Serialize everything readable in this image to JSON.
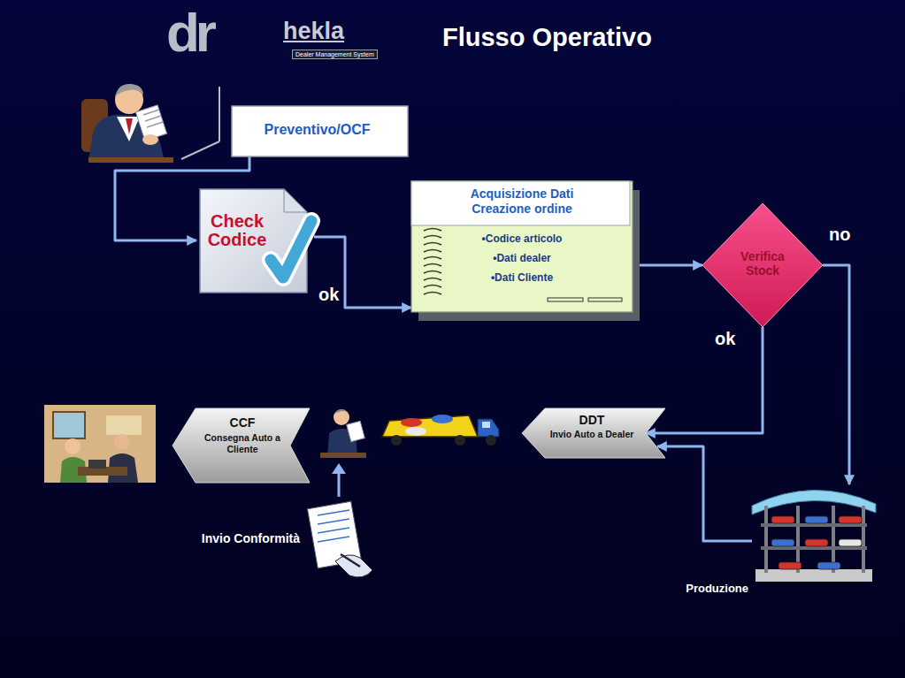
{
  "diagram": {
    "title": "Flusso Operativo",
    "nodes": [
      {
        "text": [
          "Preventivo/OCF"
        ]
      },
      {
        "text": [
          "Check Codice"
        ]
      },
      {
        "text": [
          "Acquisizione Dati Creazione ordine",
          "•Codice articolo",
          "•Dati dealer",
          "•Dati Cliente"
        ]
      },
      {
        "text": [
          "Verifica Stock"
        ]
      },
      {
        "text": [
          "DDT",
          "Invio Auto a Dealer"
        ]
      },
      {
        "text": [
          "CCF",
          "Consegna Auto a Cliente"
        ]
      },
      {
        "text": [
          "Produzione"
        ]
      },
      {
        "text": [
          "Invio Conformità"
        ]
      }
    ],
    "edges": [
      {
        "from": 0,
        "to": 1,
        "arrow": "to"
      },
      {
        "from": 1,
        "to": 2,
        "label": "ok",
        "arrow": "to"
      },
      {
        "from": 2,
        "to": 3,
        "arrow": "to"
      },
      {
        "from": 3,
        "to": 4,
        "label": "ok",
        "arrow": "to"
      },
      {
        "from": 3,
        "to": 6,
        "label": "no",
        "arrow": "to"
      },
      {
        "from": 6,
        "to": 4,
        "arrow": "to"
      }
    ],
    "labels": [
      "dr",
      "hekla",
      "Dealer Management System"
    ]
  }
}
